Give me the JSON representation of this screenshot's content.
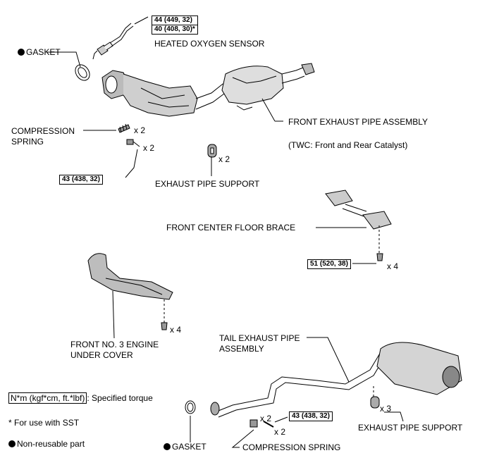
{
  "torques": {
    "sensor_line1": "44 (449, 32)",
    "sensor_line2": "40 (408, 30)*",
    "spring_bolt": "43 (438, 32)",
    "brace_bolt": "51 (520, 38)",
    "tail_spring_bolt": "43 (438, 32)"
  },
  "labels": {
    "gasket_top": "GASKET",
    "heated_oxygen_sensor": "HEATED OXYGEN SENSOR",
    "compression_spring_l1": "COMPRESSION",
    "compression_spring_l2": "SPRING",
    "front_exhaust_pipe": "FRONT EXHAUST PIPE ASSEMBLY",
    "twc_note": "(TWC: Front and Rear Catalyst)",
    "exhaust_pipe_support_top": "EXHAUST PIPE SUPPORT",
    "front_center_floor_brace": "FRONT CENTER FLOOR BRACE",
    "under_cover_l1": "FRONT NO. 3 ENGINE",
    "under_cover_l2": "UNDER COVER",
    "tail_pipe_l1": "TAIL EXHAUST PIPE",
    "tail_pipe_l2": "ASSEMBLY",
    "exhaust_pipe_support_bottom": "EXHAUST PIPE SUPPORT",
    "gasket_bottom": "GASKET",
    "compression_spring_bottom": "COMPRESSION SPRING"
  },
  "quantities": {
    "spring_top": "x 2",
    "bolt_top": "x 2",
    "support_top": "x 2",
    "brace_bolts": "x 4",
    "cover_bolts": "x 4",
    "spring_bottom": "x 2",
    "bolt_bottom": "x 2",
    "support_bottom": "x 3"
  },
  "legend": {
    "torque_box": "N*m (kgf*cm, ft.*lbf)",
    "torque_desc": ": Specified torque",
    "sst_note": "* For use with SST",
    "non_reusable": "Non-reusable part"
  }
}
